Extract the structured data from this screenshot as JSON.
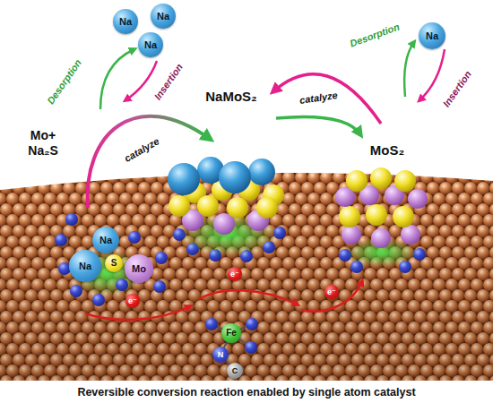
{
  "diagram": {
    "caption": "Reversible conversion reaction enabled by single atom catalyst",
    "nodes": [
      {
        "text": [
          "Na"
        ]
      },
      {
        "text": [
          "Na"
        ]
      },
      {
        "text": [
          "Na"
        ]
      },
      {
        "text": [
          "Na"
        ]
      },
      {
        "text": [
          "Na"
        ]
      },
      {
        "text": [
          "Na"
        ]
      },
      {
        "text": [
          "S"
        ]
      },
      {
        "text": [
          "Mo"
        ]
      },
      {
        "text": [
          "e⁻"
        ]
      },
      {
        "text": [
          "e⁻"
        ]
      },
      {
        "text": [
          "e⁻"
        ]
      },
      {
        "text": [
          "Fe"
        ]
      },
      {
        "text": [
          "N"
        ]
      },
      {
        "text": [
          "C"
        ]
      }
    ],
    "labels": [
      "Mo+ Na₂S",
      "Desorption",
      "Insertion",
      "catalyze",
      "NaMoS₂",
      "catalyze",
      "Desorption",
      "Insertion",
      "MoS₂"
    ]
  }
}
